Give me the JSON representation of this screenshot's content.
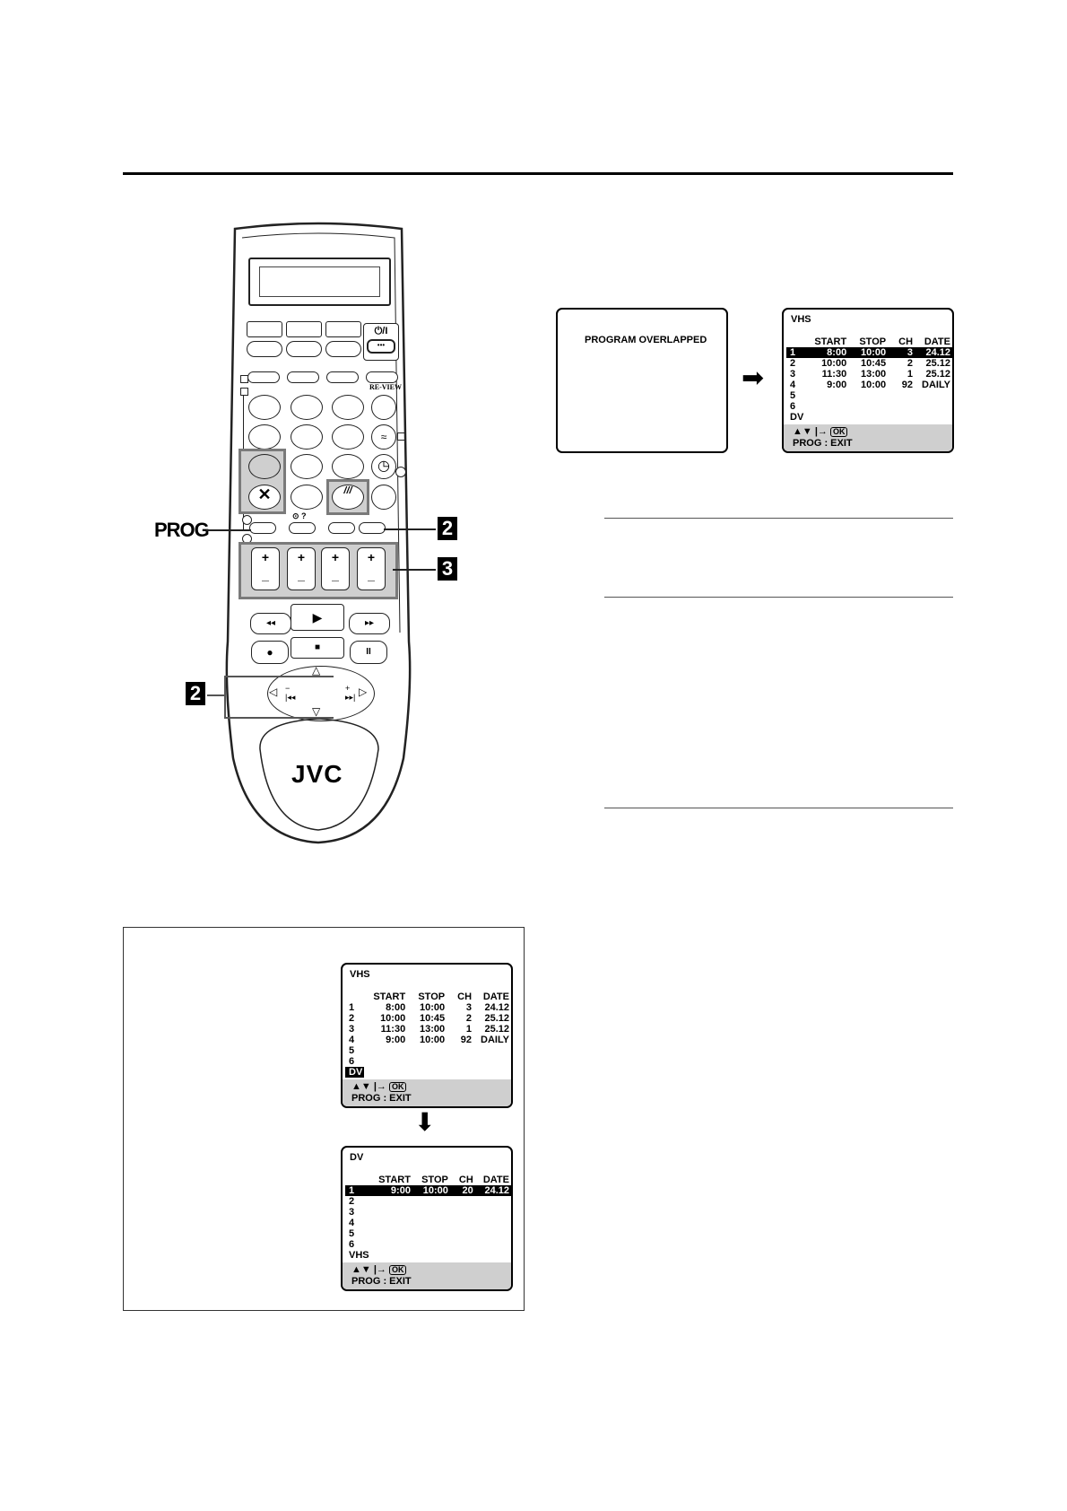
{
  "remote": {
    "brand": "JVC",
    "label_prog": "PROG",
    "review_label": "RE-VIEW",
    "power_label": "⏻/I",
    "step_2_top": "2",
    "step_3": "3",
    "step_2_bottom": "2"
  },
  "osd_overlap": {
    "message": "PROGRAM OVERLAPPED"
  },
  "osd_vhs_top": {
    "mode": "VHS",
    "headers": [
      "START",
      "STOP",
      "CH",
      "DATE"
    ],
    "rows": [
      {
        "n": "1",
        "start": "8:00",
        "stop": "10:00",
        "ch": "3",
        "date": "24.12"
      },
      {
        "n": "2",
        "start": "10:00",
        "stop": "10:45",
        "ch": "2",
        "date": "25.12"
      },
      {
        "n": "3",
        "start": "11:30",
        "stop": "13:00",
        "ch": "1",
        "date": "25.12"
      },
      {
        "n": "4",
        "start": "9:00",
        "stop": "10:00",
        "ch": "92",
        "date": "DAILY"
      }
    ],
    "empty_rows": [
      "5",
      "6"
    ],
    "last": "DV",
    "foot_nav": "▲▼ |→",
    "foot_ok": "OK",
    "foot_exit": "PROG : EXIT"
  },
  "osd_vhs_box": {
    "mode": "VHS",
    "headers": [
      "START",
      "STOP",
      "CH",
      "DATE"
    ],
    "rows": [
      {
        "n": "1",
        "start": "8:00",
        "stop": "10:00",
        "ch": "3",
        "date": "24.12"
      },
      {
        "n": "2",
        "start": "10:00",
        "stop": "10:45",
        "ch": "2",
        "date": "25.12"
      },
      {
        "n": "3",
        "start": "11:30",
        "stop": "13:00",
        "ch": "1",
        "date": "25.12"
      },
      {
        "n": "4",
        "start": "9:00",
        "stop": "10:00",
        "ch": "92",
        "date": "DAILY"
      }
    ],
    "empty_rows": [
      "5",
      "6"
    ],
    "last": "DV",
    "foot_nav": "▲▼ |→",
    "foot_ok": "OK",
    "foot_exit": "PROG : EXIT"
  },
  "osd_dv_box": {
    "mode": "DV",
    "headers": [
      "START",
      "STOP",
      "CH",
      "DATE"
    ],
    "rows": [
      {
        "n": "1",
        "start": "9:00",
        "stop": "10:00",
        "ch": "20",
        "date": "24.12"
      }
    ],
    "empty_rows": [
      "2",
      "3",
      "4",
      "5",
      "6"
    ],
    "last": "VHS",
    "foot_nav": "▲▼ |→",
    "foot_ok": "OK",
    "foot_exit": "PROG : EXIT"
  }
}
